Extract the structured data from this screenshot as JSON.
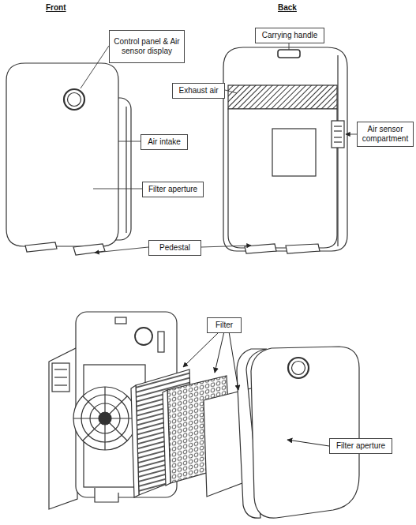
{
  "diagram": {
    "nodes": [
      {
        "text": [
          "Control panel & Air sensor display"
        ]
      },
      {
        "text": [
          "Carrying handle"
        ]
      },
      {
        "text": [
          "Exhaust air"
        ]
      },
      {
        "text": [
          "Air sensor compartment"
        ]
      },
      {
        "text": [
          "Air intake"
        ]
      },
      {
        "text": [
          "Filter aperture"
        ]
      },
      {
        "text": [
          "Pedestal"
        ]
      },
      {
        "text": [
          "Filter"
        ]
      },
      {
        "text": [
          "Filter aperture"
        ]
      }
    ],
    "labels": [
      "Front",
      "Back"
    ]
  }
}
